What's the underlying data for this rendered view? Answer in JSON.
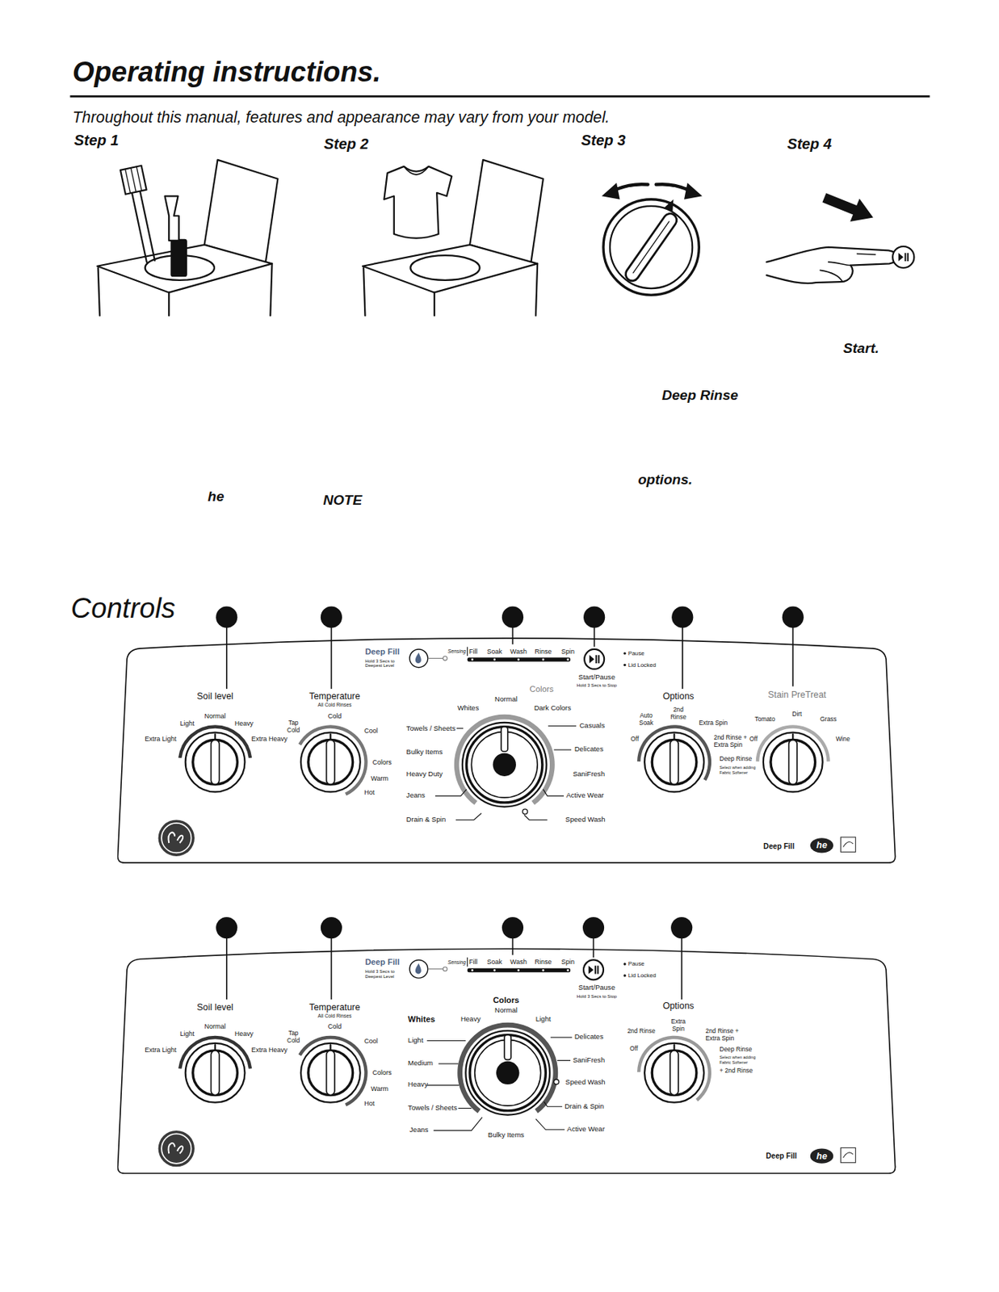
{
  "diagram": {
    "title": "Operating instructions.",
    "nodes": [
      {
        "text": [
          "Deep Fill",
          "Hold 3 Secs to Deepest Level",
          "Sensing",
          "Fill",
          "Soak",
          "Wash",
          "Rinse",
          "Spin",
          "Pause",
          "Lid Locked",
          "Start/Pause",
          "Hold 3 Secs to Stop",
          "Soil level",
          "Extra Light",
          "Light",
          "Normal",
          "Heavy",
          "Extra Heavy",
          "Temperature",
          "All Cold Rinses",
          "Tap Cold",
          "Cold",
          "Cool",
          "Colors",
          "Warm",
          "Hot",
          "Colors",
          "Normal",
          "Whites",
          "Dark Colors",
          "Towels / Sheets",
          "Casuals",
          "Bulky Items",
          "Delicates",
          "Heavy Duty",
          "SaniFresh",
          "Jeans",
          "Active Wear",
          "Drain & Spin",
          "Speed Wash",
          "Options",
          "Auto Soak",
          "2nd Rinse",
          "Extra Spin",
          "Off",
          "2nd Rinse + Extra Spin",
          "Deep Rinse",
          "Select when adding Fabric Softener",
          "Stain PreTreat",
          "Tomato",
          "Dirt",
          "Grass",
          "Off",
          "Wine",
          "Deep Fill",
          "he"
        ]
      },
      {
        "text": [
          "Deep Fill",
          "Hold 3 Secs to Deepest Level",
          "Sensing",
          "Fill",
          "Soak",
          "Wash",
          "Rinse",
          "Spin",
          "Pause",
          "Lid Locked",
          "Start/Pause",
          "Hold 3 Secs to Stop",
          "Soil level",
          "Extra Light",
          "Light",
          "Normal",
          "Heavy",
          "Extra Heavy",
          "Temperature",
          "All Cold Rinses",
          "Tap Cold",
          "Cold",
          "Cool",
          "Colors",
          "Warm",
          "Hot",
          "Colors",
          "Normal",
          "Whites",
          "Heavy",
          "Light",
          "Light",
          "Delicates",
          "Medium",
          "SaniFresh",
          "Heavy",
          "Speed Wash",
          "Towels / Sheets",
          "Drain & Spin",
          "Jeans",
          "Bulky Items",
          "Active Wear",
          "Options",
          "2nd Rinse",
          "Extra Spin",
          "2nd Rinse + Extra Spin",
          "Off",
          "Deep Rinse",
          "Select when adding Fabric Softener",
          "+ 2nd Rinse",
          "Deep Fill",
          "he"
        ]
      }
    ],
    "labels": [
      "Throughout this manual, features and appearance may vary from your model.",
      "Step 1",
      "Step 2",
      "Step 3",
      "Step 4",
      "Start.",
      "Deep Rinse",
      "options.",
      "he",
      "NOTE",
      "Controls"
    ]
  }
}
